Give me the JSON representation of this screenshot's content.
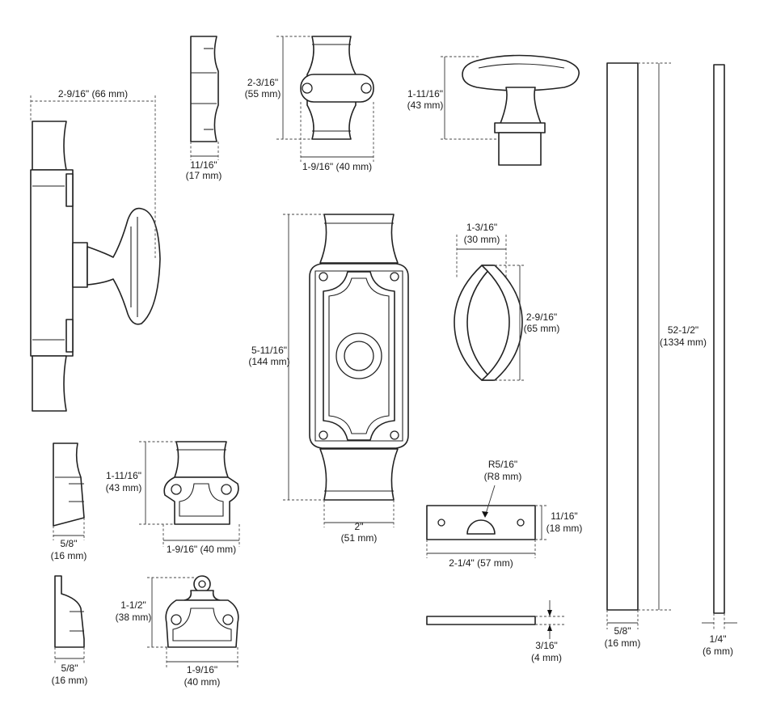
{
  "dimensions": {
    "spindle_knob_width": {
      "line1": "2-9/16\" (66 mm)"
    },
    "small_bracket_depth": {
      "line1": "11/16\"",
      "line2": "(17 mm)"
    },
    "top_guide_height": {
      "line1": "2-3/16\"",
      "line2": "(55 mm)"
    },
    "top_guide_width": {
      "line1": "1-9/16\" (40 mm)"
    },
    "knob_height": {
      "line1": "1-11/16\"",
      "line2": "(43 mm)"
    },
    "main_plate_height": {
      "line1": "5-11/16\"",
      "line2": "(144 mm)"
    },
    "main_plate_width": {
      "line1": "2\"",
      "line2": "(51 mm)"
    },
    "handle_width": {
      "line1": "1-3/16\"",
      "line2": "(30 mm)"
    },
    "handle_height": {
      "line1": "2-9/16\"",
      "line2": "(65 mm)"
    },
    "rod_long_length": {
      "line1": "52-1/2\"",
      "line2": "(1334 mm)"
    },
    "rod_wide_width": {
      "line1": "5/8\"",
      "line2": "(16 mm)"
    },
    "rod_narrow_width": {
      "line1": "1/4\"",
      "line2": "(6 mm)"
    },
    "mid_guide_height": {
      "line1": "1-11/16\"",
      "line2": "(43 mm)"
    },
    "mid_guide_width": {
      "line1": "1-9/16\" (40 mm)"
    },
    "mid_side_depth": {
      "line1": "5/8\"",
      "line2": "(16 mm)"
    },
    "bottom_guide_height": {
      "line1": "1-1/2\"",
      "line2": "(38 mm)"
    },
    "bottom_guide_width": {
      "line1": "1-9/16\"",
      "line2": "(40 mm)"
    },
    "bottom_side_depth": {
      "line1": "5/8\"",
      "line2": "(16 mm)"
    },
    "strike_radius": {
      "line1": "R5/16\"",
      "line2": "(R8 mm)"
    },
    "strike_height": {
      "line1": "11/16\"",
      "line2": "(18 mm)"
    },
    "strike_width": {
      "line1": "2-1/4\" (57 mm)"
    },
    "strike_thickness": {
      "line1": "3/16\"",
      "line2": "(4 mm)"
    }
  }
}
